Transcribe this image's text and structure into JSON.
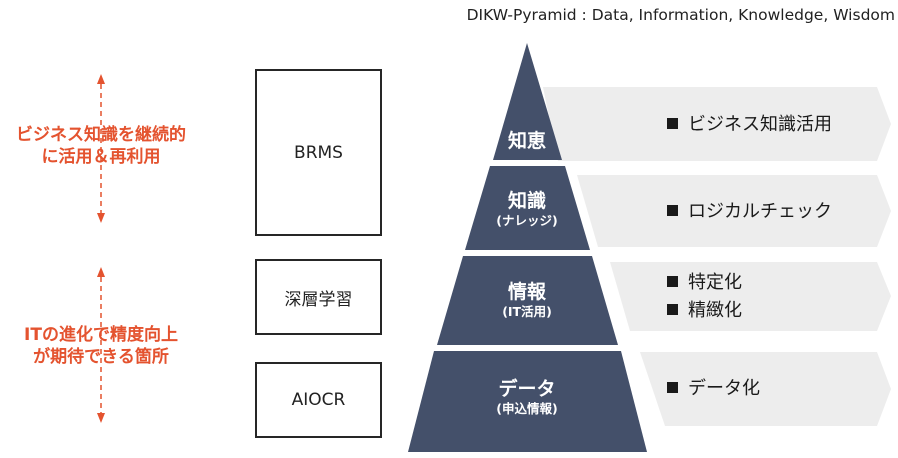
{
  "title": "DIKW-Pyramid : Data, Information, Knowledge, Wisdom",
  "notes": {
    "top": [
      "ビジネス知識を継続的",
      "に活用＆再利用"
    ],
    "bottom": [
      "ITの進化で精度向上",
      "が期待できる箇所"
    ]
  },
  "boxes": {
    "brms": "BRMS",
    "deep_learning": "深層学習",
    "aiocr": "AIOCR"
  },
  "pyramid": [
    {
      "label": "知恵",
      "sub": ""
    },
    {
      "label": "知識",
      "sub": "(ナレッジ)"
    },
    {
      "label": "情報",
      "sub": "(IT活用)"
    },
    {
      "label": "データ",
      "sub": "(申込情報)"
    }
  ],
  "bullets": {
    "wisdom": [
      "ビジネス知識活用"
    ],
    "knowledge": [
      "ロジカルチェック"
    ],
    "information": [
      "特定化",
      "精緻化"
    ],
    "data": [
      "データ化"
    ]
  },
  "colors": {
    "pyramid": "#44506a",
    "band": "#ededed",
    "accent": "#e4532f",
    "box_border": "#262626"
  },
  "icons": {
    "bullet": "black-square",
    "arrow": "dashed-double-arrow"
  }
}
